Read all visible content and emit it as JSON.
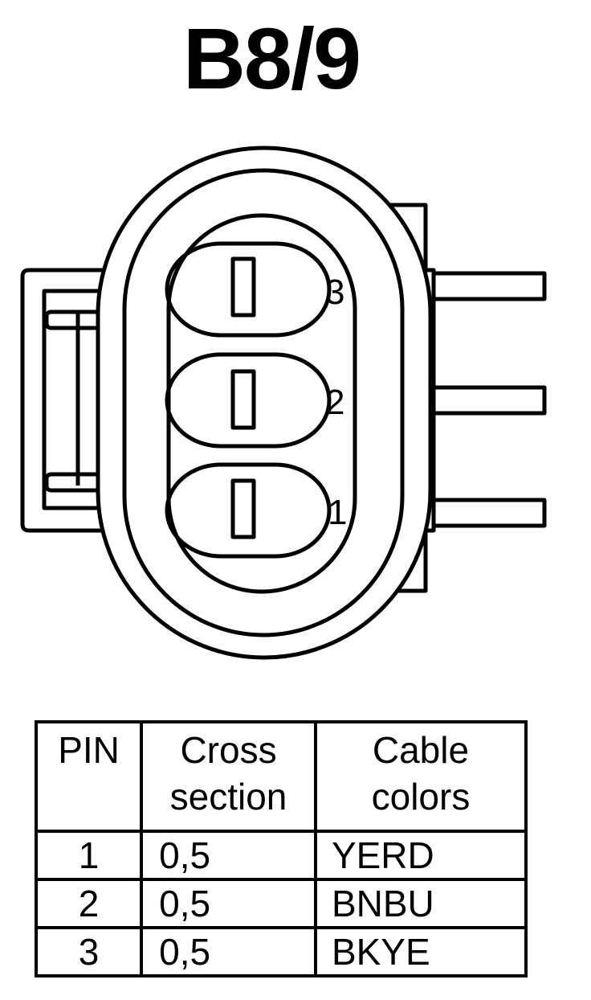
{
  "title": "B8/9",
  "connector": {
    "pin_labels": [
      "3",
      "2",
      "1"
    ]
  },
  "table": {
    "headers": {
      "pin": "PIN",
      "cross_section": [
        "Cross",
        "section"
      ],
      "cable_colors": [
        "Cable",
        "colors"
      ]
    },
    "rows": [
      {
        "pin": "1",
        "cross_section": "0,5",
        "color": "YERD"
      },
      {
        "pin": "2",
        "cross_section": "0,5",
        "color": "BNBU"
      },
      {
        "pin": "3",
        "cross_section": "0,5",
        "color": "BKYE"
      }
    ]
  }
}
